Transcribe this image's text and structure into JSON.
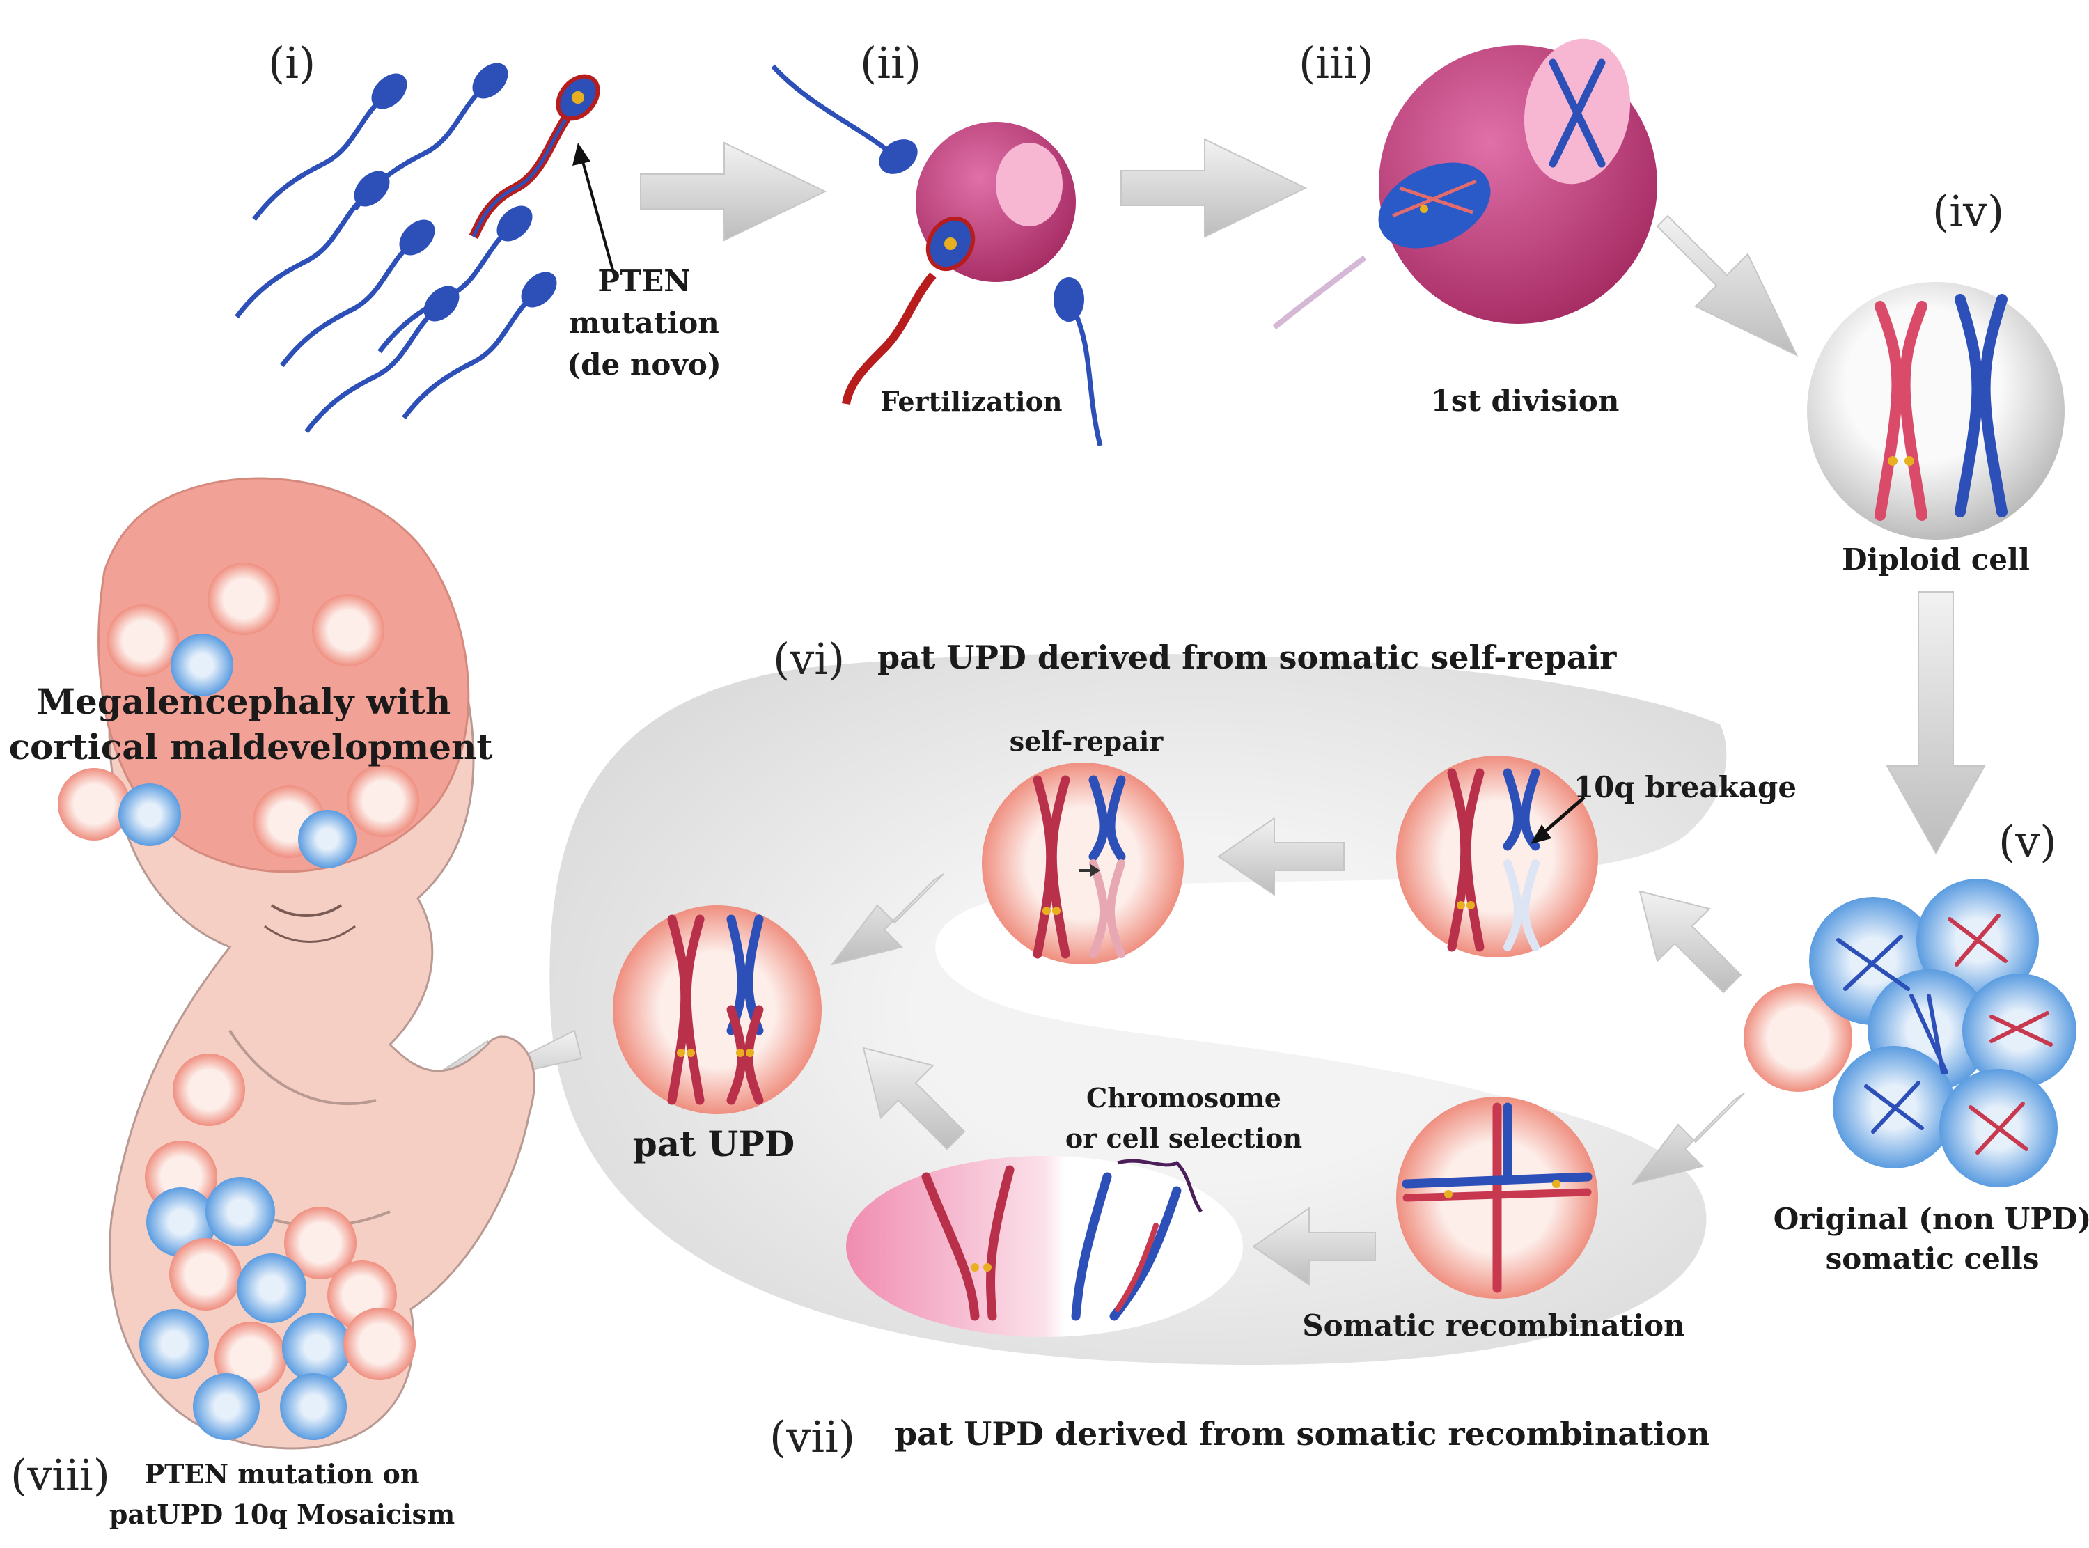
{
  "steps": {
    "i": "(i)",
    "ii": "(ii)",
    "iii": "(iii)",
    "iv": "(iv)",
    "v": "(v)",
    "vi": "(vi)",
    "vii": "(vii)",
    "viii": "(viii)"
  },
  "labels": {
    "pten_line1": "PTEN",
    "pten_line2": "mutation",
    "pten_line3": "(de novo)",
    "fertilization": "Fertilization",
    "first_division": "1st division",
    "diploid_cell": "Diploid cell",
    "self_repair": "self-repair",
    "breakage": "10q breakage",
    "pat_upd": "pat UPD",
    "selection_line1": "Chromosome",
    "selection_line2": "or cell selection",
    "somatic_recombination": "Somatic recombination",
    "original_line1": "Original (non UPD)",
    "original_line2": "somatic cells",
    "megalencephaly_line1": "Megalencephaly with",
    "megalencephaly_line2": "cortical maldevelopment",
    "mosaic_line1": "PTEN mutation on",
    "mosaic_line2": "patUPD 10q Mosaicism"
  },
  "pathways": {
    "vi_title": "pat UPD derived from somatic self-repair",
    "vii_title": "pat UPD derived from somatic recombination"
  },
  "colors": {
    "paternal_chromosome": "#2c4fb8",
    "maternal_chromosome": "#c8394f",
    "egg": "#c23a78",
    "mutation_marker": "#e8b020",
    "cell_pink": "#f5b8ad",
    "cell_blue": "#7fb2e8",
    "arrow_fill": "#d9d9d9",
    "pathway_band": "#ebebeb",
    "infant_skin": "#f4c3b6"
  }
}
